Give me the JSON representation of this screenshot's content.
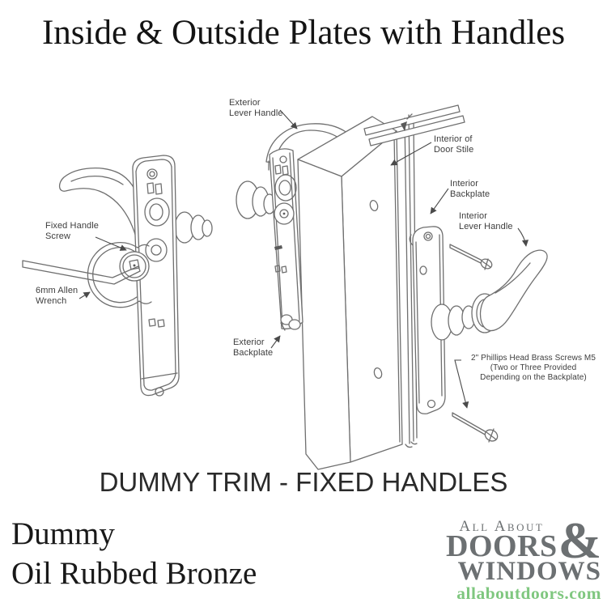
{
  "title": "Inside & Outside Plates with Handles",
  "diagram": {
    "caption": "DUMMY TRIM - FIXED HANDLES",
    "labels": {
      "exterior_lever_handle": "Exterior\nLever Handle",
      "interior_of_door_stile": "Interior of\nDoor Stile",
      "interior_backplate": "Interior\nBackplate",
      "interior_lever_handle": "Interior\nLever Handle",
      "fixed_handle_screw": "Fixed Handle\nScrew",
      "allen_wrench": "6mm Allen\nWrench",
      "exterior_backplate": "Exterior\nBackplate",
      "phillips_screws": "2\" Phillips Head Brass Screws M5\n(Two or Three Provided\nDepending on the Backplate)"
    }
  },
  "product": {
    "name": "Dummy",
    "finish": "Oil Rubbed Bronze"
  },
  "logo": {
    "line1": "All About",
    "line2": "DOORS",
    "ampersand": "&",
    "line3": "WINDOWS",
    "website": "allaboutdoors.com",
    "colors": {
      "gray": "#6c7072",
      "green": "#7fc77f"
    }
  }
}
